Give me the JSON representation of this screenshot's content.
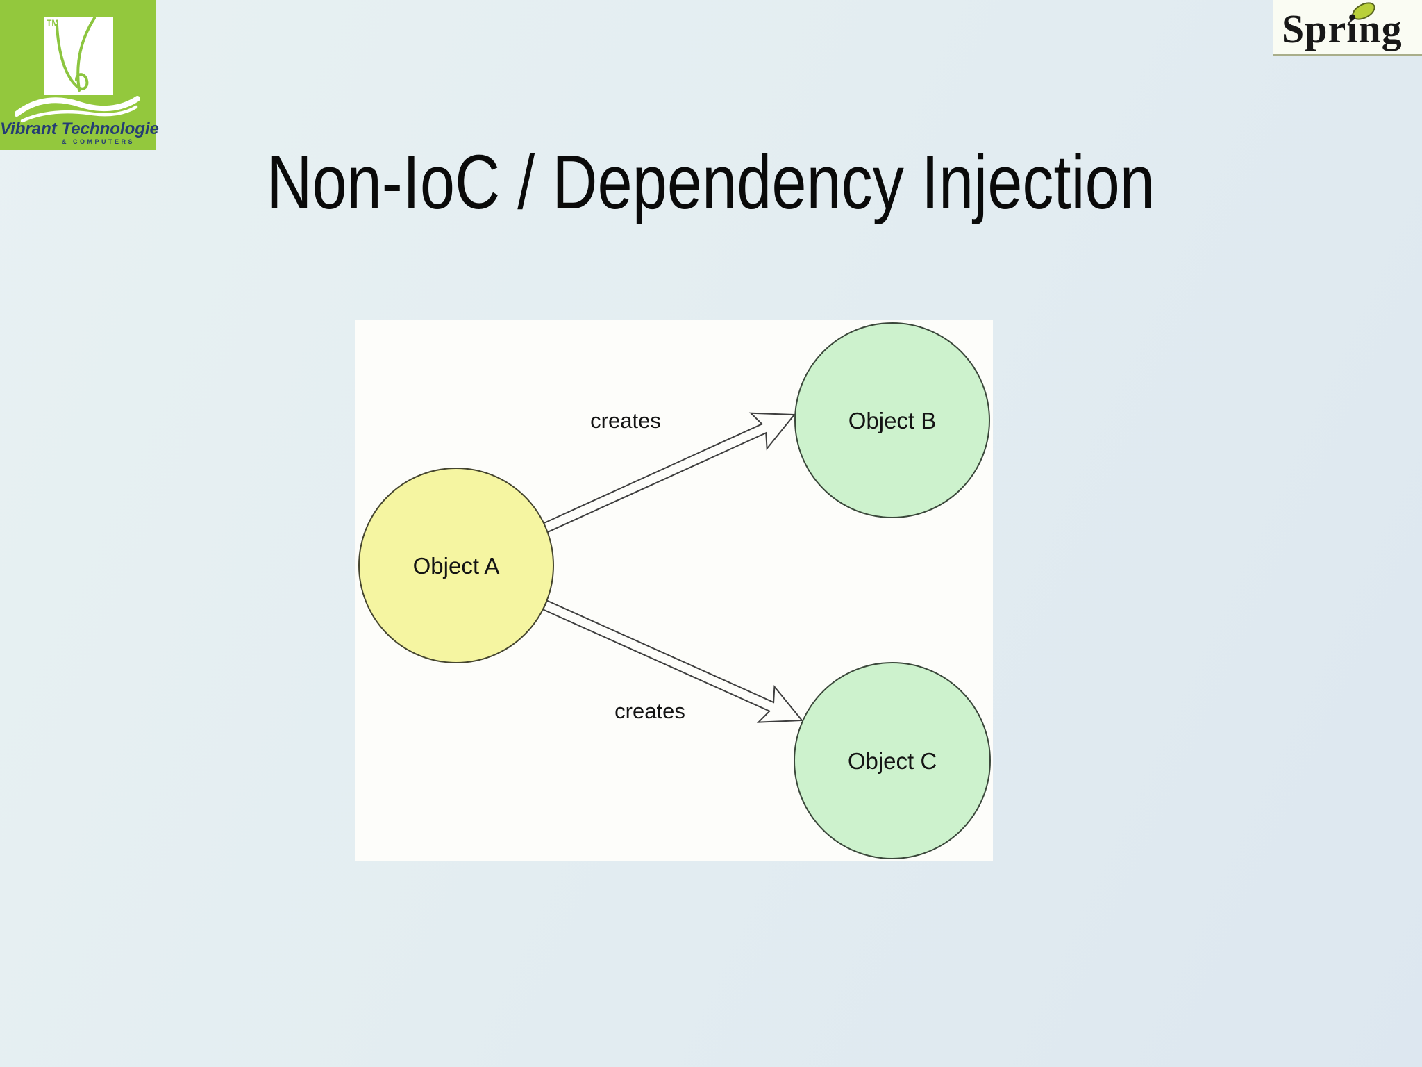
{
  "slide": {
    "title": "Non-IoC / Dependency Injection"
  },
  "logos": {
    "vibrant": {
      "tm": "TM",
      "name": "Vibrant Technologie",
      "subtitle": "& COMPUTERS",
      "brand_green": "#93c83d",
      "brand_navy": "#253d73"
    },
    "spring": {
      "name": "Spring",
      "leaf_green": "#b9d03a"
    }
  },
  "diagram": {
    "nodes": [
      {
        "id": "A",
        "label": "Object A",
        "fill": "#f5f5a1"
      },
      {
        "id": "B",
        "label": "Object B",
        "fill": "#cdf2cd"
      },
      {
        "id": "C",
        "label": "Object C",
        "fill": "#cdf2cd"
      }
    ],
    "edges": [
      {
        "from": "A",
        "to": "B",
        "label": "creates"
      },
      {
        "from": "A",
        "to": "C",
        "label": "creates"
      }
    ]
  }
}
